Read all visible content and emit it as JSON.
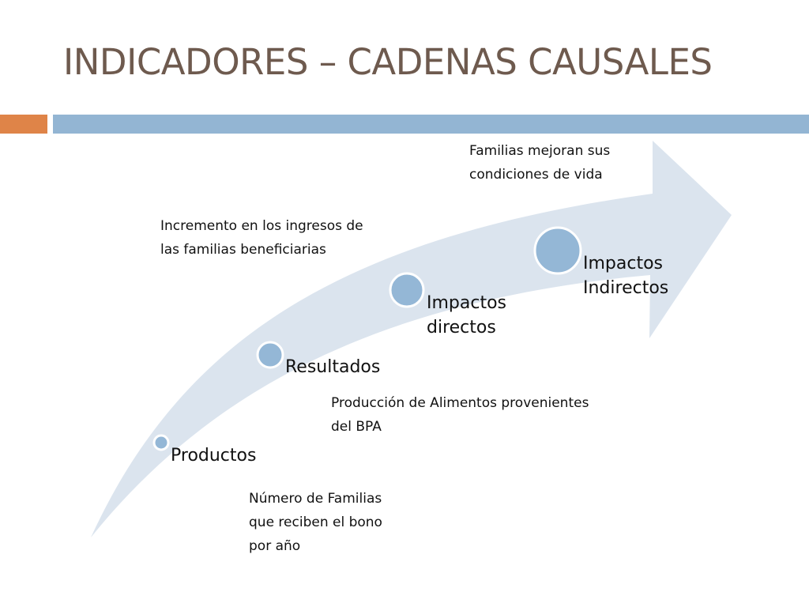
{
  "slide": {
    "title": "INDICADORES – CADENAS CAUSALES"
  },
  "colors": {
    "title": "#6e5a4e",
    "accent_orange": "#df8448",
    "accent_blue": "#93b5d3",
    "arrow_fill": "#dbe4ee",
    "node_fill": "#94b7d6"
  },
  "stages": [
    {
      "label": "Productos"
    },
    {
      "label": "Resultados"
    },
    {
      "label_line1": "Impactos",
      "label_line2": "directos"
    },
    {
      "label_line1": "Impactos",
      "label_line2": "Indirectos"
    }
  ],
  "notes": {
    "productos": {
      "line1": "Número de Familias",
      "line2": "que reciben el bono",
      "line3": "por año"
    },
    "resultados": {
      "line1": "Producción de Alimentos provenientes",
      "line2": "del BPA"
    },
    "impactos_directos": {
      "line1": "Incremento en los ingresos de",
      "line2": "las familias beneficiarias"
    },
    "impactos_indirectos": {
      "line1": "Familias mejoran sus",
      "line2": "condiciones de vida"
    }
  }
}
